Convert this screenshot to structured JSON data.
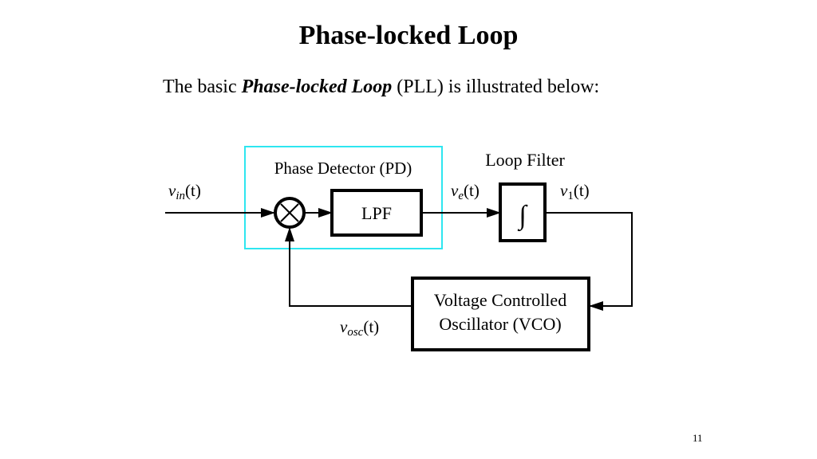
{
  "slide": {
    "title": "Phase-locked Loop",
    "intro": {
      "before": "The basic ",
      "emphasis": "Phase-locked Loop",
      "after": " (PLL) is illustrated below:"
    },
    "page_number": "11"
  },
  "diagram": {
    "pd_group_label": "Phase Detector (PD)",
    "pd_group_color": "#2ee6f0",
    "lpf_label": "LPF",
    "loop_filter_label": "Loop Filter",
    "integrator_symbol": "∫",
    "vco_label_line1": "Voltage Controlled",
    "vco_label_line2": "Oscillator (VCO)",
    "signals": {
      "input": {
        "v": "v",
        "sub": "in",
        "arg": "(t)"
      },
      "error": {
        "v": "v",
        "sub": "e",
        "arg": "(t)"
      },
      "filtered": {
        "v": "v",
        "sub": "1",
        "arg": "(t)"
      },
      "oscillator": {
        "v": "v",
        "sub": "osc",
        "arg": "(t)"
      }
    },
    "icons": {
      "mixer": "multiply-circle-icon"
    }
  }
}
